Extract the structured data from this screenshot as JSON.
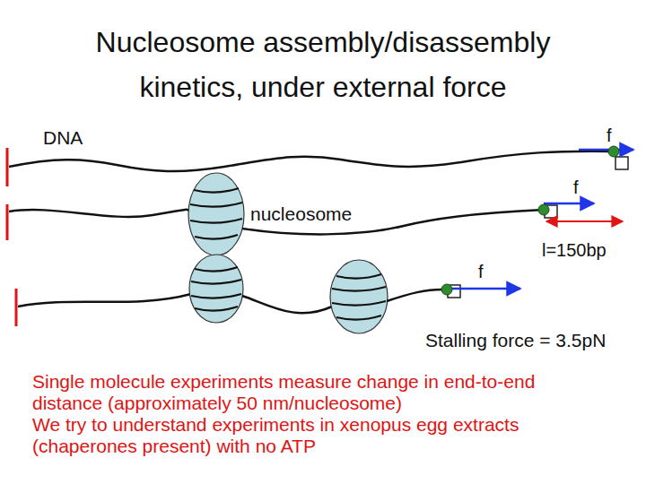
{
  "diagram": {
    "title": "Nucleosome assembly/disassembly kinetics, under external force",
    "labels": [
      "f",
      "DNA",
      "f",
      "nucleosome",
      "l=150bp",
      "f",
      "Stalling force = 3.5pN",
      "Single molecule experiments measure change in end-to-end distance (approximately 50 nm/nucleosome)",
      "We try to understand experiments in xenopus egg extracts (chaperones present) with no ATP"
    ]
  }
}
